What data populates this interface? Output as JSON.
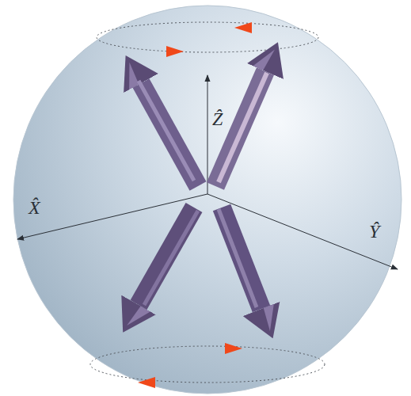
{
  "diagram": {
    "labels": [
      "Ẑ",
      "X̂",
      "Ŷ"
    ]
  }
}
